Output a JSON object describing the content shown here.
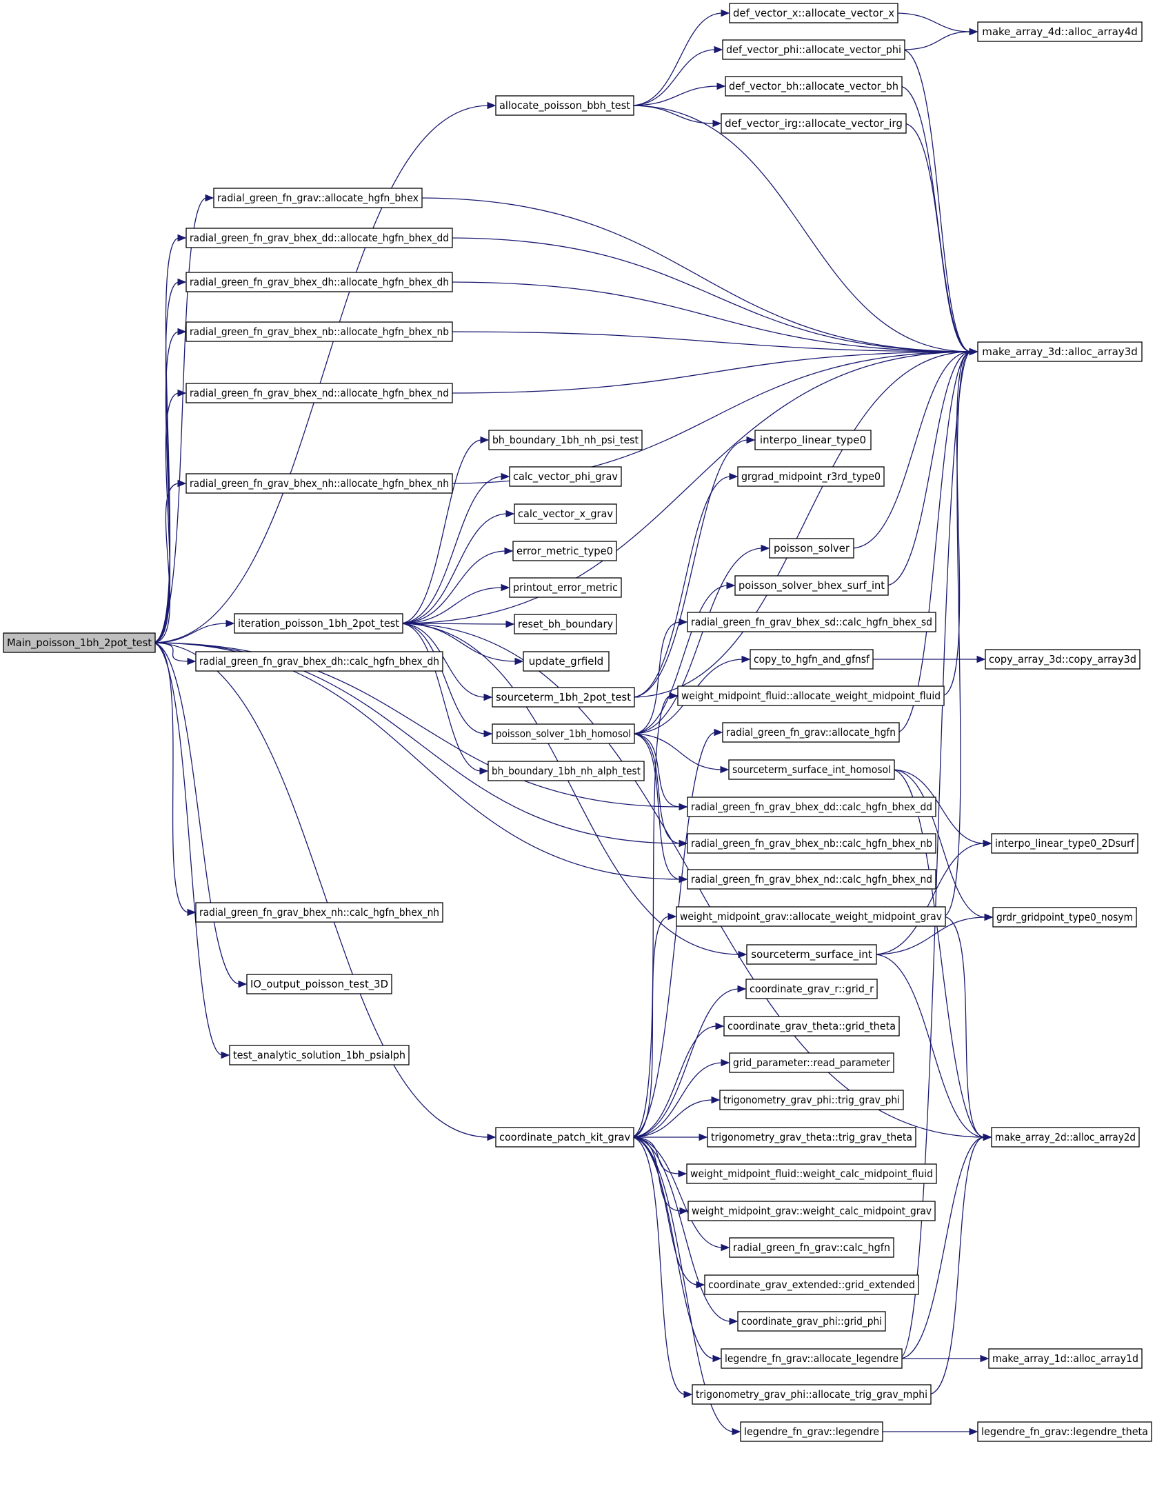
{
  "nodes": [
    {
      "id": "main",
      "label": "Main_poisson_1bh_2pot_test"
    },
    {
      "id": "alloc_test",
      "label": "allocate_poisson_bbh_test"
    },
    {
      "id": "vec_x",
      "label": "def_vector_x::allocate_vector_x"
    },
    {
      "id": "vec_phi",
      "label": "def_vector_phi::allocate_vector_phi"
    },
    {
      "id": "vec_bh",
      "label": "def_vector_bh::allocate_vector_bh"
    },
    {
      "id": "vec_irg",
      "label": "def_vector_irg::allocate_vector_irg"
    },
    {
      "id": "arr4d",
      "label": "make_array_4d::alloc_array4d"
    },
    {
      "id": "arr3d",
      "label": "make_array_3d::alloc_array3d"
    },
    {
      "id": "rg_bhex",
      "label": "radial_green_fn_grav::allocate_hgfn_bhex"
    },
    {
      "id": "rg_dd",
      "label": "radial_green_fn_grav_bhex_dd::allocate_hgfn_bhex_dd"
    },
    {
      "id": "rg_dh",
      "label": "radial_green_fn_grav_bhex_dh::allocate_hgfn_bhex_dh"
    },
    {
      "id": "rg_nb",
      "label": "radial_green_fn_grav_bhex_nb::allocate_hgfn_bhex_nb"
    },
    {
      "id": "rg_nd",
      "label": "radial_green_fn_grav_bhex_nd::allocate_hgfn_bhex_nd"
    },
    {
      "id": "rg_nh",
      "label": "radial_green_fn_grav_bhex_nh::allocate_hgfn_bhex_nh"
    },
    {
      "id": "bh_psi",
      "label": "bh_boundary_1bh_nh_psi_test"
    },
    {
      "id": "calc_phi",
      "label": "calc_vector_phi_grav"
    },
    {
      "id": "calc_x",
      "label": "calc_vector_x_grav"
    },
    {
      "id": "err",
      "label": "error_metric_type0"
    },
    {
      "id": "printout",
      "label": "printout_error_metric"
    },
    {
      "id": "reset",
      "label": "reset_bh_boundary"
    },
    {
      "id": "update",
      "label": "update_grfield"
    },
    {
      "id": "iter",
      "label": "iteration_poisson_1bh_2pot_test"
    },
    {
      "id": "c_dh",
      "label": "radial_green_fn_grav_bhex_dh::calc_hgfn_bhex_dh"
    },
    {
      "id": "src",
      "label": "sourceterm_1bh_2pot_test"
    },
    {
      "id": "psh",
      "label": "poisson_solver_1bh_homosol"
    },
    {
      "id": "bh_alph",
      "label": "bh_boundary_1bh_nh_alph_test"
    },
    {
      "id": "interp0",
      "label": "interpo_linear_type0"
    },
    {
      "id": "grgrad",
      "label": "grgrad_midpoint_r3rd_type0"
    },
    {
      "id": "ps",
      "label": "poisson_solver"
    },
    {
      "id": "ps_surf",
      "label": "poisson_solver_bhex_surf_int"
    },
    {
      "id": "c_sd",
      "label": "radial_green_fn_grav_bhex_sd::calc_hgfn_bhex_sd"
    },
    {
      "id": "copy_h",
      "label": "copy_to_hgfn_and_gfnsf"
    },
    {
      "id": "copy3d",
      "label": "copy_array_3d::copy_array3d"
    },
    {
      "id": "wm_fl_a",
      "label": "weight_midpoint_fluid::allocate_weight_midpoint_fluid"
    },
    {
      "id": "rg_hgfn",
      "label": "radial_green_fn_grav::allocate_hgfn"
    },
    {
      "id": "sti_h",
      "label": "sourceterm_surface_int_homosol"
    },
    {
      "id": "c_dd",
      "label": "radial_green_fn_grav_bhex_dd::calc_hgfn_bhex_dd"
    },
    {
      "id": "c_nb",
      "label": "radial_green_fn_grav_bhex_nb::calc_hgfn_bhex_nb"
    },
    {
      "id": "c_nd",
      "label": "radial_green_fn_grav_bhex_nd::calc_hgfn_bhex_nd"
    },
    {
      "id": "i2d",
      "label": "interpo_linear_type0_2Dsurf"
    },
    {
      "id": "c_nh",
      "label": "radial_green_fn_grav_bhex_nh::calc_hgfn_bhex_nh"
    },
    {
      "id": "wm_gr_a",
      "label": "weight_midpoint_grav::allocate_weight_midpoint_grav"
    },
    {
      "id": "grdr",
      "label": "grdr_gridpoint_type0_nosym"
    },
    {
      "id": "sti",
      "label": "sourceterm_surface_int"
    },
    {
      "id": "io",
      "label": "IO_output_poisson_test_3D"
    },
    {
      "id": "cg_r",
      "label": "coordinate_grav_r::grid_r"
    },
    {
      "id": "cg_th",
      "label": "coordinate_grav_theta::grid_theta"
    },
    {
      "id": "gp",
      "label": "grid_parameter::read_parameter"
    },
    {
      "id": "test_an",
      "label": "test_analytic_solution_1bh_psialph"
    },
    {
      "id": "tg_phi",
      "label": "trigonometry_grav_phi::trig_grav_phi"
    },
    {
      "id": "cpk",
      "label": "coordinate_patch_kit_grav"
    },
    {
      "id": "tg_th",
      "label": "trigonometry_grav_theta::trig_grav_theta"
    },
    {
      "id": "arr2d",
      "label": "make_array_2d::alloc_array2d"
    },
    {
      "id": "wm_fl",
      "label": "weight_midpoint_fluid::weight_calc_midpoint_fluid"
    },
    {
      "id": "wm_gr",
      "label": "weight_midpoint_grav::weight_calc_midpoint_grav"
    },
    {
      "id": "rg_calc",
      "label": "radial_green_fn_grav::calc_hgfn"
    },
    {
      "id": "cg_ext",
      "label": "coordinate_grav_extended::grid_extended"
    },
    {
      "id": "cg_phi",
      "label": "coordinate_grav_phi::grid_phi"
    },
    {
      "id": "leg_a",
      "label": "legendre_fn_grav::allocate_legendre"
    },
    {
      "id": "arr1d",
      "label": "make_array_1d::alloc_array1d"
    },
    {
      "id": "tg_mphi",
      "label": "trigonometry_grav_phi::allocate_trig_grav_mphi"
    },
    {
      "id": "leg",
      "label": "legendre_fn_grav::legendre"
    },
    {
      "id": "leg_th",
      "label": "legendre_fn_grav::legendre_theta"
    }
  ],
  "edges": [
    [
      "main",
      "alloc_test"
    ],
    [
      "main",
      "rg_bhex"
    ],
    [
      "main",
      "rg_dd"
    ],
    [
      "main",
      "rg_dh"
    ],
    [
      "main",
      "rg_nb"
    ],
    [
      "main",
      "rg_nd"
    ],
    [
      "main",
      "rg_nh"
    ],
    [
      "main",
      "iter"
    ],
    [
      "main",
      "c_dh"
    ],
    [
      "main",
      "c_dd"
    ],
    [
      "main",
      "c_nb"
    ],
    [
      "main",
      "c_nh"
    ],
    [
      "main",
      "c_nd"
    ],
    [
      "main",
      "io"
    ],
    [
      "main",
      "test_an"
    ],
    [
      "main",
      "cpk"
    ],
    [
      "alloc_test",
      "vec_x"
    ],
    [
      "alloc_test",
      "vec_phi"
    ],
    [
      "alloc_test",
      "vec_bh"
    ],
    [
      "alloc_test",
      "vec_irg"
    ],
    [
      "alloc_test",
      "arr3d"
    ],
    [
      "vec_x",
      "arr4d"
    ],
    [
      "vec_phi",
      "arr4d"
    ],
    [
      "vec_phi",
      "arr3d"
    ],
    [
      "vec_bh",
      "arr3d"
    ],
    [
      "vec_irg",
      "arr3d"
    ],
    [
      "rg_bhex",
      "arr3d"
    ],
    [
      "rg_dd",
      "arr3d"
    ],
    [
      "rg_dh",
      "arr3d"
    ],
    [
      "rg_nb",
      "arr3d"
    ],
    [
      "rg_nd",
      "arr3d"
    ],
    [
      "rg_nh",
      "arr3d"
    ],
    [
      "iter",
      "arr3d"
    ],
    [
      "iter",
      "bh_psi"
    ],
    [
      "iter",
      "calc_phi"
    ],
    [
      "iter",
      "calc_x"
    ],
    [
      "iter",
      "err"
    ],
    [
      "iter",
      "printout"
    ],
    [
      "iter",
      "reset"
    ],
    [
      "iter",
      "update"
    ],
    [
      "iter",
      "src"
    ],
    [
      "iter",
      "psh"
    ],
    [
      "iter",
      "bh_alph"
    ],
    [
      "iter",
      "sti"
    ],
    [
      "iter",
      "arr2d"
    ],
    [
      "src",
      "interp0"
    ],
    [
      "src",
      "grgrad"
    ],
    [
      "src",
      "arr3d"
    ],
    [
      "psh",
      "ps"
    ],
    [
      "psh",
      "ps_surf"
    ],
    [
      "psh",
      "c_sd"
    ],
    [
      "psh",
      "copy_h"
    ],
    [
      "psh",
      "sti_h"
    ],
    [
      "psh",
      "c_dd"
    ],
    [
      "psh",
      "c_nb"
    ],
    [
      "psh",
      "c_nd"
    ],
    [
      "ps",
      "arr3d"
    ],
    [
      "ps_surf",
      "arr3d"
    ],
    [
      "copy_h",
      "copy3d"
    ],
    [
      "wm_fl_a",
      "arr3d"
    ],
    [
      "rg_hgfn",
      "arr3d"
    ],
    [
      "sti_h",
      "i2d"
    ],
    [
      "sti_h",
      "grdr"
    ],
    [
      "sti_h",
      "arr2d"
    ],
    [
      "sti",
      "i2d"
    ],
    [
      "sti",
      "grdr"
    ],
    [
      "sti",
      "arr2d"
    ],
    [
      "wm_gr_a",
      "arr3d"
    ],
    [
      "wm_gr_a",
      "arr2d"
    ],
    [
      "cpk",
      "wm_fl_a"
    ],
    [
      "cpk",
      "rg_hgfn"
    ],
    [
      "cpk",
      "wm_gr_a"
    ],
    [
      "cpk",
      "cg_r"
    ],
    [
      "cpk",
      "cg_th"
    ],
    [
      "cpk",
      "gp"
    ],
    [
      "cpk",
      "tg_phi"
    ],
    [
      "cpk",
      "tg_th"
    ],
    [
      "cpk",
      "wm_fl"
    ],
    [
      "cpk",
      "wm_gr"
    ],
    [
      "cpk",
      "rg_calc"
    ],
    [
      "cpk",
      "cg_ext"
    ],
    [
      "cpk",
      "cg_phi"
    ],
    [
      "cpk",
      "leg_a"
    ],
    [
      "cpk",
      "tg_mphi"
    ],
    [
      "cpk",
      "leg"
    ],
    [
      "leg_a",
      "arr1d"
    ],
    [
      "leg_a",
      "arr2d"
    ],
    [
      "leg_a",
      "arr3d"
    ],
    [
      "tg_mphi",
      "arr2d"
    ],
    [
      "leg",
      "leg_th"
    ]
  ]
}
